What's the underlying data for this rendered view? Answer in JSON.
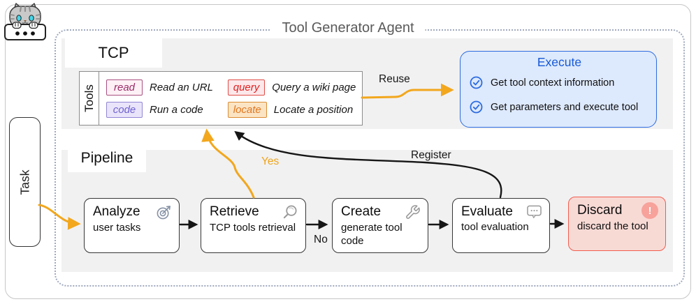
{
  "agent_title": "Tool Generator Agent",
  "task": {
    "label": "Task"
  },
  "tcp": {
    "label": "TCP",
    "tools_rail": "Tools",
    "tools": [
      {
        "name": "read",
        "desc": "Read an URL"
      },
      {
        "name": "query",
        "desc": "Query a wiki page"
      },
      {
        "name": "code",
        "desc": "Run a code"
      },
      {
        "name": "locate",
        "desc": "Locate a position"
      }
    ]
  },
  "execute": {
    "title": "Execute",
    "items": [
      {
        "text": "Get tool context information"
      },
      {
        "text": "Get parameters and execute tool"
      }
    ]
  },
  "pipeline": {
    "label": "Pipeline",
    "steps": [
      {
        "title": "Analyze",
        "subtitle": "user tasks",
        "icon": "target-icon"
      },
      {
        "title": "Retrieve",
        "subtitle": "TCP tools retrieval",
        "icon": "magnifier-icon"
      },
      {
        "title": "Create",
        "subtitle": "generate tool code",
        "icon": "wrench-icon"
      },
      {
        "title": "Evaluate",
        "subtitle": "tool evaluation",
        "icon": "comment-icon"
      },
      {
        "title": "Discard",
        "subtitle": "discard the tool",
        "icon": "alert-icon"
      }
    ]
  },
  "edge_labels": {
    "reuse": "Reuse",
    "yes": "Yes",
    "no": "No",
    "register": "Register"
  },
  "icons": {
    "alert_glyph": "!"
  },
  "colors": {
    "accent_yellow": "#F2A71D",
    "black_edge": "#161616",
    "execute_blue": "#2C6BE0",
    "execute_fill": "#DDE9FC",
    "discard_red": "#F25C4D",
    "discard_fill": "#F8DAD5",
    "panel_gray": "#F1F1F2",
    "dotted_border": "#9FA8BC",
    "chip_read_border": "#A85080",
    "chip_read_fill": "#FDF1F6",
    "chip_read_text": "#9C2B66",
    "chip_query_border": "#E04B45",
    "chip_query_fill": "#FCE8EA",
    "chip_query_text": "#E01F1F",
    "chip_code_border": "#9186D6",
    "chip_code_fill": "#E9E4FA",
    "chip_code_text": "#6F61CE",
    "chip_locate_border": "#DC8C33",
    "chip_locate_fill": "#FBE4C4",
    "chip_locate_text": "#E0761F"
  }
}
